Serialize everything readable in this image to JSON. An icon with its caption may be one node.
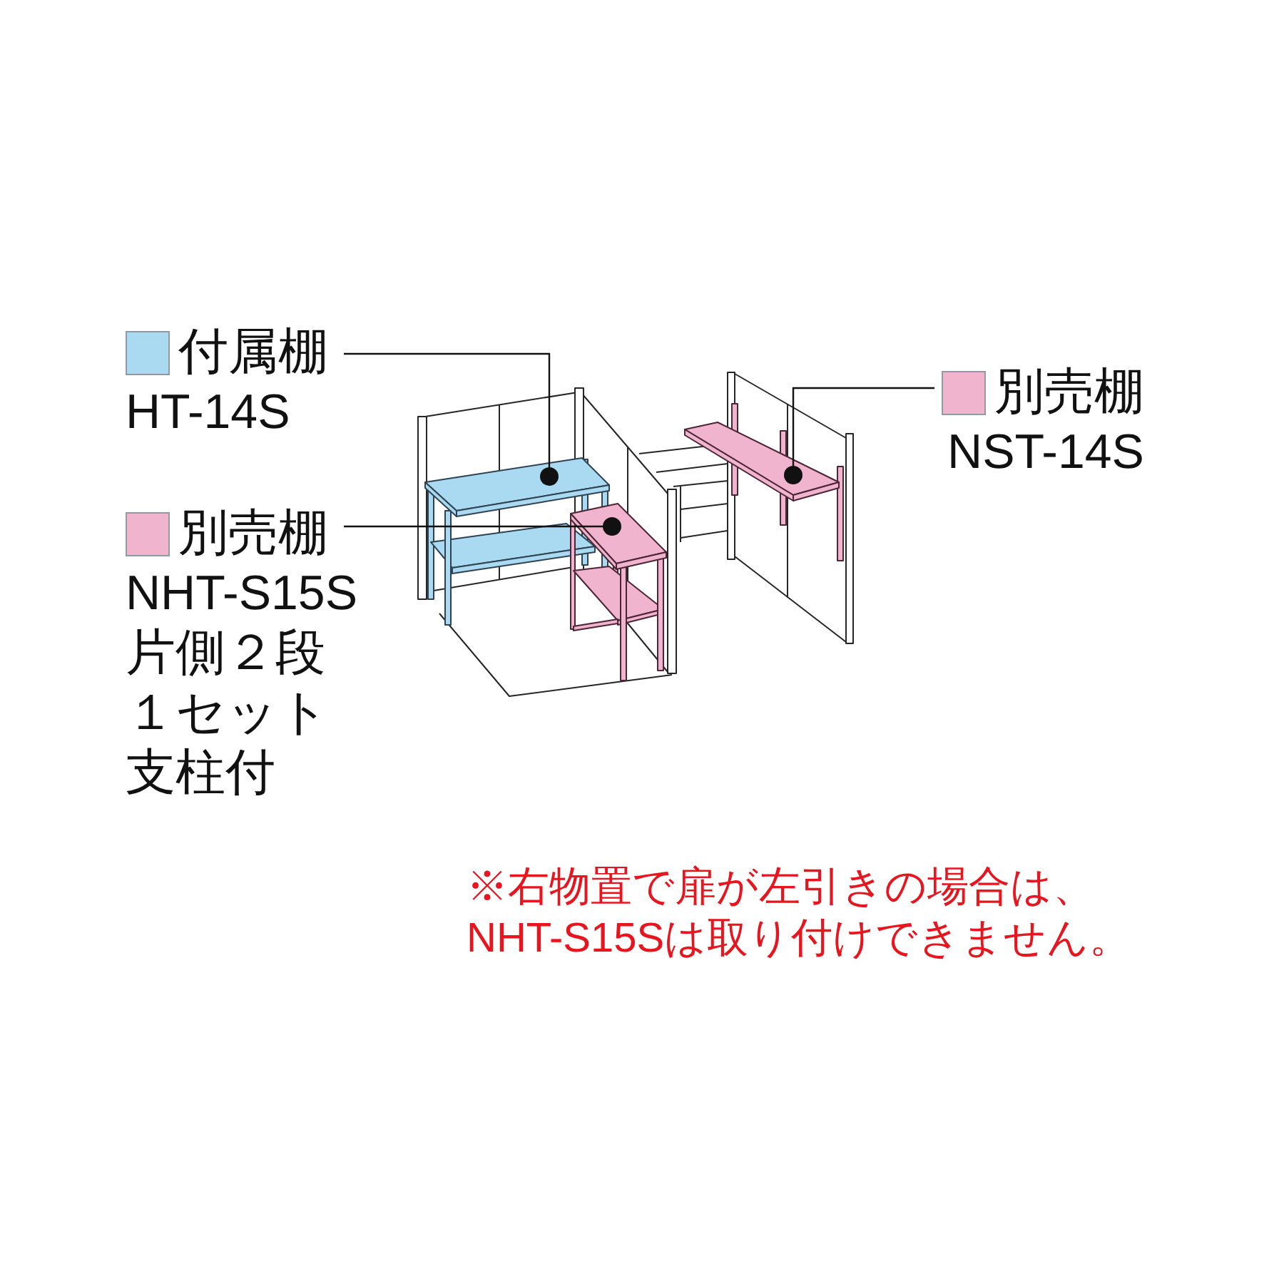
{
  "diagram": {
    "nodes": [
      {
        "text": [
          "付属棚",
          "HT-14S"
        ]
      },
      {
        "text": [],
        "shape": "picture"
      },
      {
        "text": [
          "別売棚",
          "NHT-S15S",
          "片側２段１セット支柱付"
        ]
      },
      {
        "text": [],
        "shape": "picture"
      },
      {
        "text": [
          "別売棚",
          "NST-14S"
        ]
      },
      {
        "text": [],
        "shape": "picture"
      }
    ],
    "edges": [
      {
        "from": 0,
        "to": 1,
        "arrow": "other"
      },
      {
        "from": 2,
        "to": 3,
        "arrow": "other"
      },
      {
        "from": 4,
        "to": 5,
        "arrow": "other"
      }
    ],
    "labels": [
      "※右物置で扉が左引きの場合は、NHT-S15Sは取り付けできません。"
    ]
  }
}
